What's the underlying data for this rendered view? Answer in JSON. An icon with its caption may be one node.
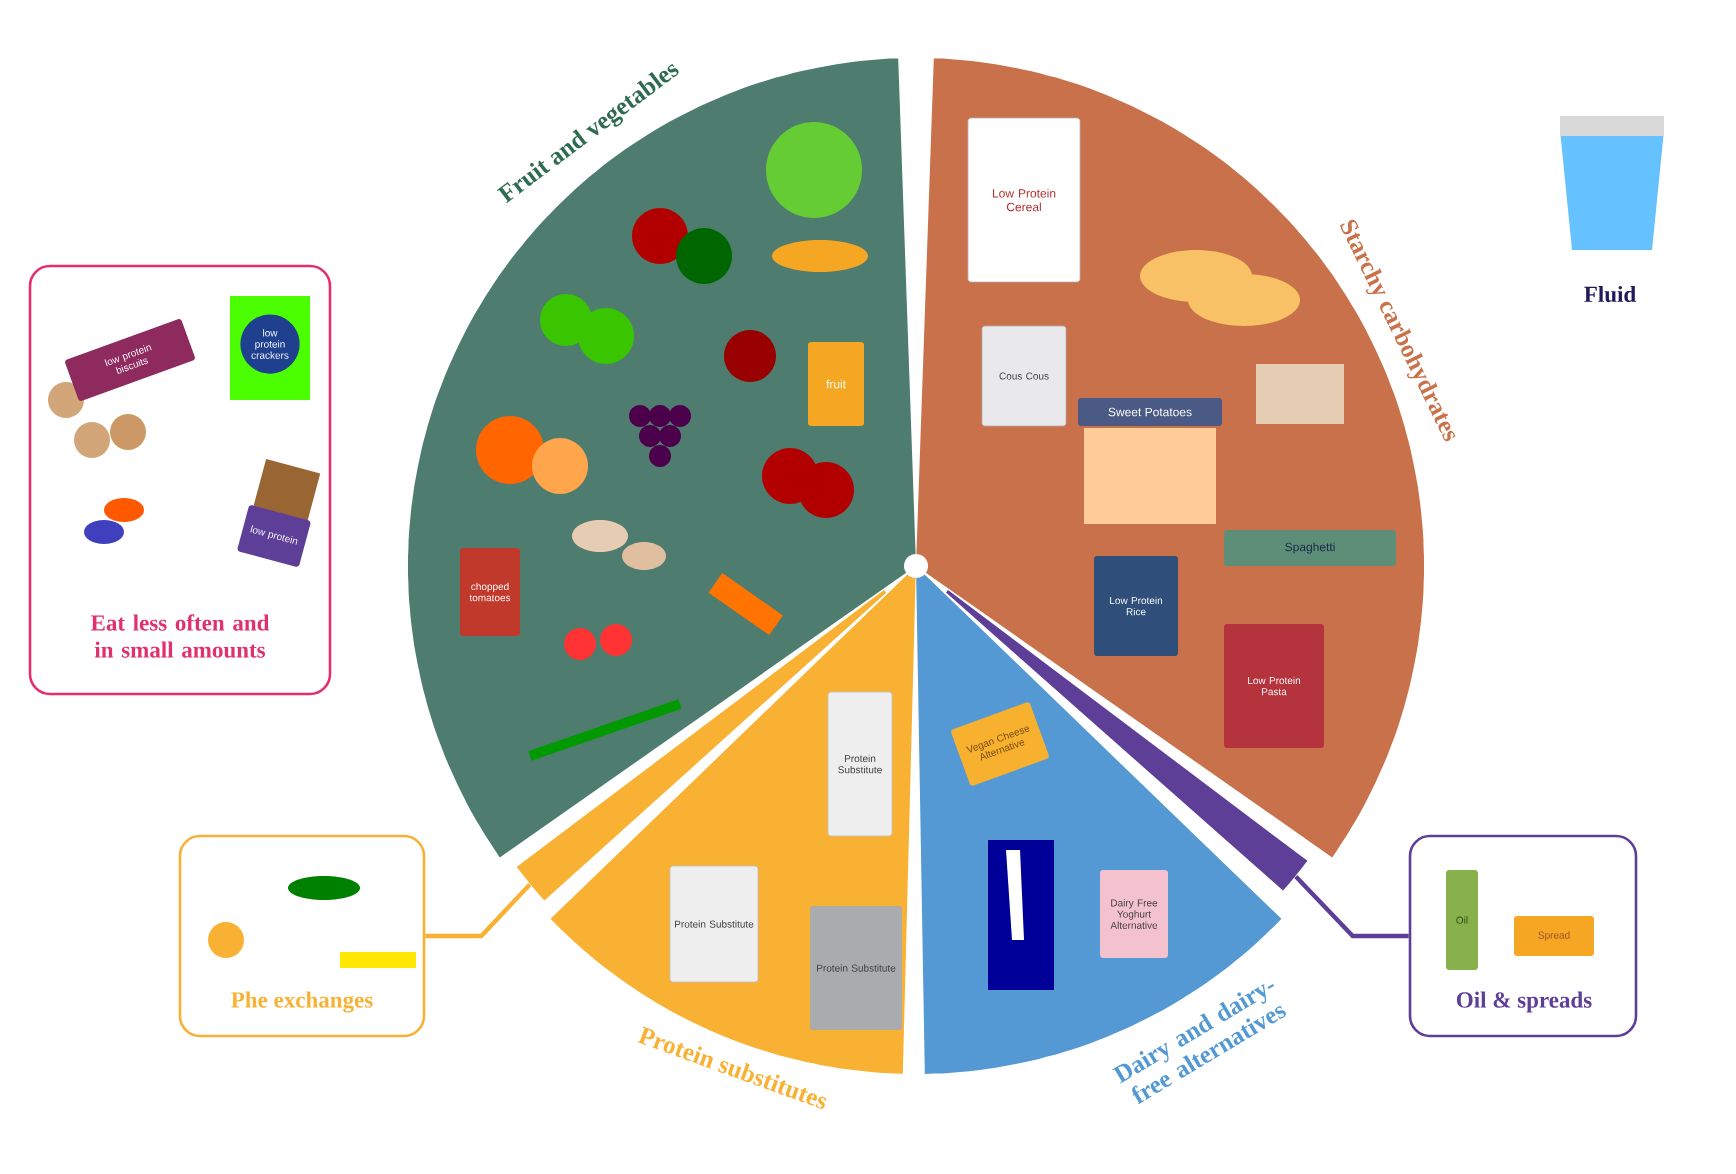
{
  "diagram": {
    "nodes": [
      {
        "text": [
          "low protein biscuits",
          "low protein crackers",
          "low protein",
          "Eat less often and in small amounts"
        ]
      },
      {
        "text": [
          "Fruit and vegetables",
          "fruit",
          "chopped tomatoes"
        ]
      },
      {
        "text": [
          "Starchy carbohydrates",
          "Low Protein Cereal",
          "Cous Cous",
          "Sweet Potatoes",
          "Spaghetti",
          "Low Protein Rice",
          "Low Protein Pasta"
        ]
      },
      {
        "text": [],
        "shape": "band"
      },
      {
        "text": [
          "Protein Substitute",
          "Protein Substitute",
          "Protein Substitute",
          "Protein substitutes"
        ]
      },
      {
        "text": [
          "Vegan Cheese Alternative",
          "Dairy Free Yoghurt Alternative",
          "Dairy and dairy-free alternatives"
        ]
      },
      {
        "text": [],
        "shape": "band"
      },
      {
        "text": [
          "Phe exchanges"
        ]
      },
      {
        "text": [
          "Oil",
          "Spread",
          "Oil & spreads"
        ]
      }
    ],
    "edges": [
      {
        "from": 7,
        "to": 3,
        "arrow": "none",
        "color": "#f9b134"
      },
      {
        "from": 8,
        "to": 6,
        "arrow": "none",
        "color": "#5e3f98"
      }
    ],
    "labels": [
      "Fluid"
    ]
  }
}
